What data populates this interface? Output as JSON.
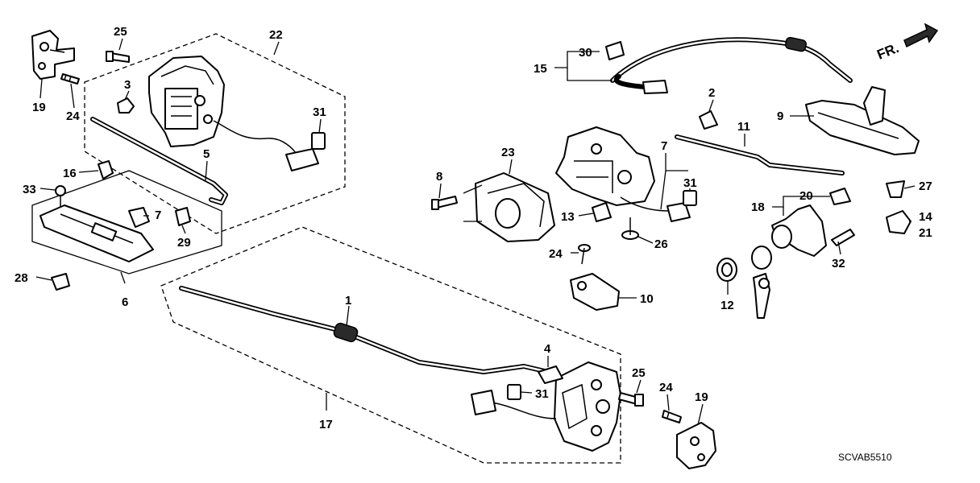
{
  "direction_label": "FR.",
  "diagram_code": "SCVAB5510",
  "callouts": {
    "c1": "1",
    "c2": "2",
    "c3": "3",
    "c4": "4",
    "c5": "5",
    "c6": "6",
    "c7a": "7",
    "c7b": "7",
    "c8": "8",
    "c9": "9",
    "c10": "10",
    "c11": "11",
    "c12": "12",
    "c13": "13",
    "c14": "14",
    "c15": "15",
    "c16": "16",
    "c17": "17",
    "c18": "18",
    "c19a": "19",
    "c19b": "19",
    "c20": "20",
    "c21": "21",
    "c22": "22",
    "c23": "23",
    "c24a": "24",
    "c24b": "24",
    "c24c": "24",
    "c25a": "25",
    "c25b": "25",
    "c26": "26",
    "c27": "27",
    "c28": "28",
    "c29": "29",
    "c30": "30",
    "c31a": "31",
    "c31b": "31",
    "c31c": "31",
    "c32": "32",
    "c33": "33"
  }
}
